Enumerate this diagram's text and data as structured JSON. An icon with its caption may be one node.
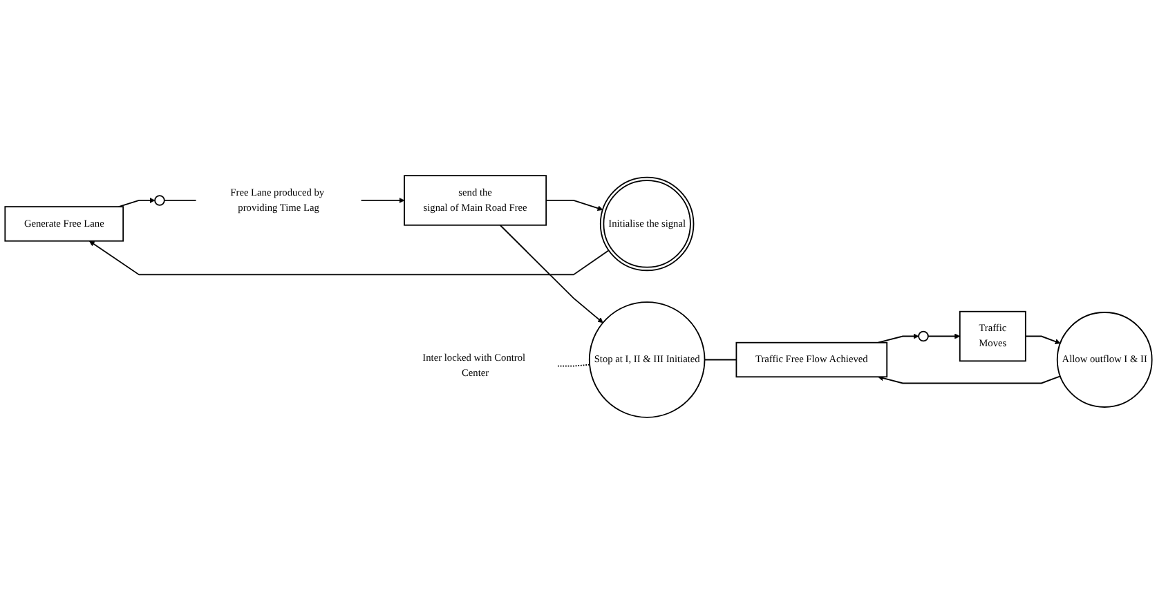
{
  "diagram": {
    "nodes": [
      {
        "text": [
          "Generate Free Lane"
        ]
      },
      {
        "text": [],
        "shape": "circle"
      },
      {
        "text": [
          "Free Lane produced by providing Time Lag"
        ]
      },
      {
        "text": [
          "send the",
          "signal of Main Road Free"
        ]
      },
      {
        "text": [
          "Initialise the signal"
        ]
      },
      {
        "text": [
          "Inter locked with Control Center"
        ]
      },
      {
        "text": [
          "Stop at I, II & III Initiated"
        ]
      },
      {
        "text": [
          "Traffic Free Flow Achieved"
        ]
      },
      {
        "text": [
          "Allow outflow I & II"
        ]
      },
      {
        "text": [],
        "shape": "circle"
      },
      {
        "text": [
          "Traffic",
          "Moves"
        ]
      }
    ],
    "edges": [
      {
        "from": 0,
        "to": 1,
        "arrow": "to"
      },
      {
        "from": 1,
        "to": 2,
        "arrow": "none"
      },
      {
        "from": 2,
        "to": 3,
        "arrow": "to"
      },
      {
        "from": 3,
        "to": 4,
        "arrow": "to"
      },
      {
        "from": 4,
        "to": 0,
        "arrow": "to"
      },
      {
        "from": 3,
        "to": 6,
        "arrow": "to"
      },
      {
        "from": 5,
        "to": 6,
        "arrow": "none",
        "style": "dashed"
      },
      {
        "from": 6,
        "to": 7,
        "arrow": "none"
      },
      {
        "from": 8,
        "to": 7,
        "arrow": "to"
      },
      {
        "from": 7,
        "to": 9,
        "arrow": "to"
      },
      {
        "from": 9,
        "to": 10,
        "arrow": "to"
      },
      {
        "from": 10,
        "to": 8,
        "arrow": "to"
      }
    ]
  }
}
